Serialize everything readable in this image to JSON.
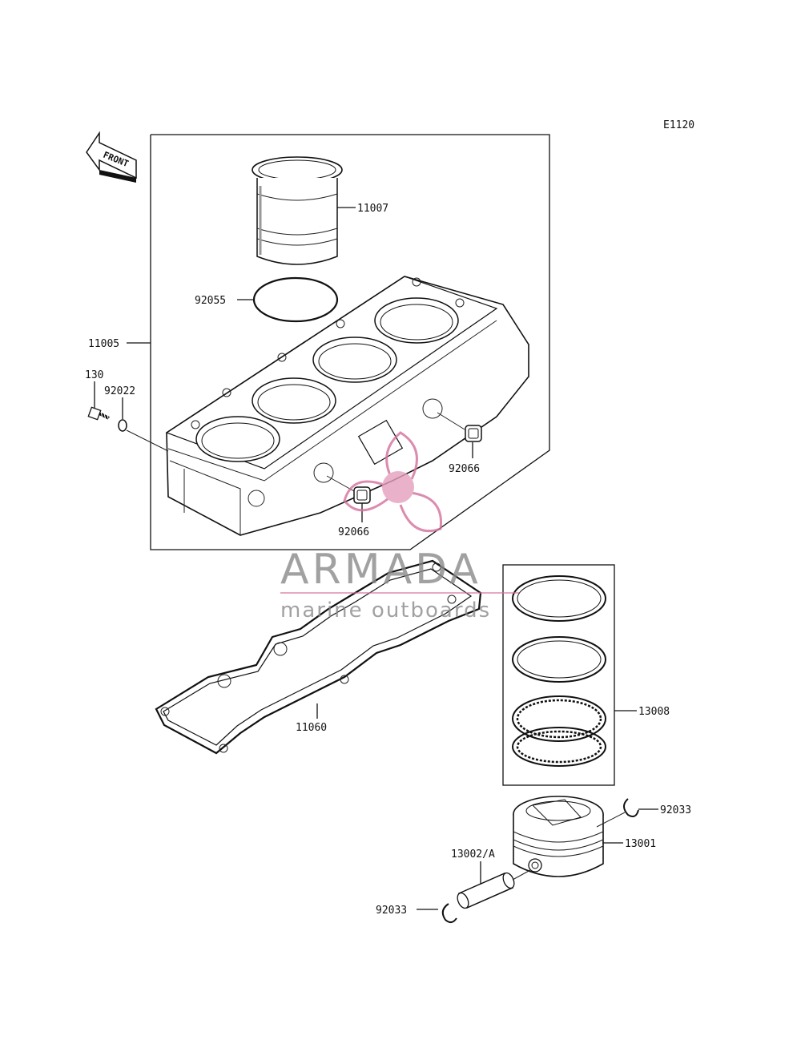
{
  "diagram_code": "E1120",
  "front_arrow_label": "FRONT",
  "watermark": {
    "title": "ARMADA",
    "subtitle": "marine outboards",
    "text_color": "#8a8a8a",
    "accent_color": "#d4709a"
  },
  "callouts": {
    "c11007": "11007",
    "c92055": "92055",
    "c11005": "11005",
    "c130": "130",
    "c92022": "92022",
    "c92066a": "92066",
    "c92066b": "92066",
    "c11060": "11060",
    "c13008": "13008",
    "c92033a": "92033",
    "c13001": "13001",
    "c13002": "13002/A",
    "c92033b": "92033"
  },
  "icons": {
    "front_arrow": "front-arrow-icon",
    "watermark_logo": "propeller-logo-icon"
  }
}
